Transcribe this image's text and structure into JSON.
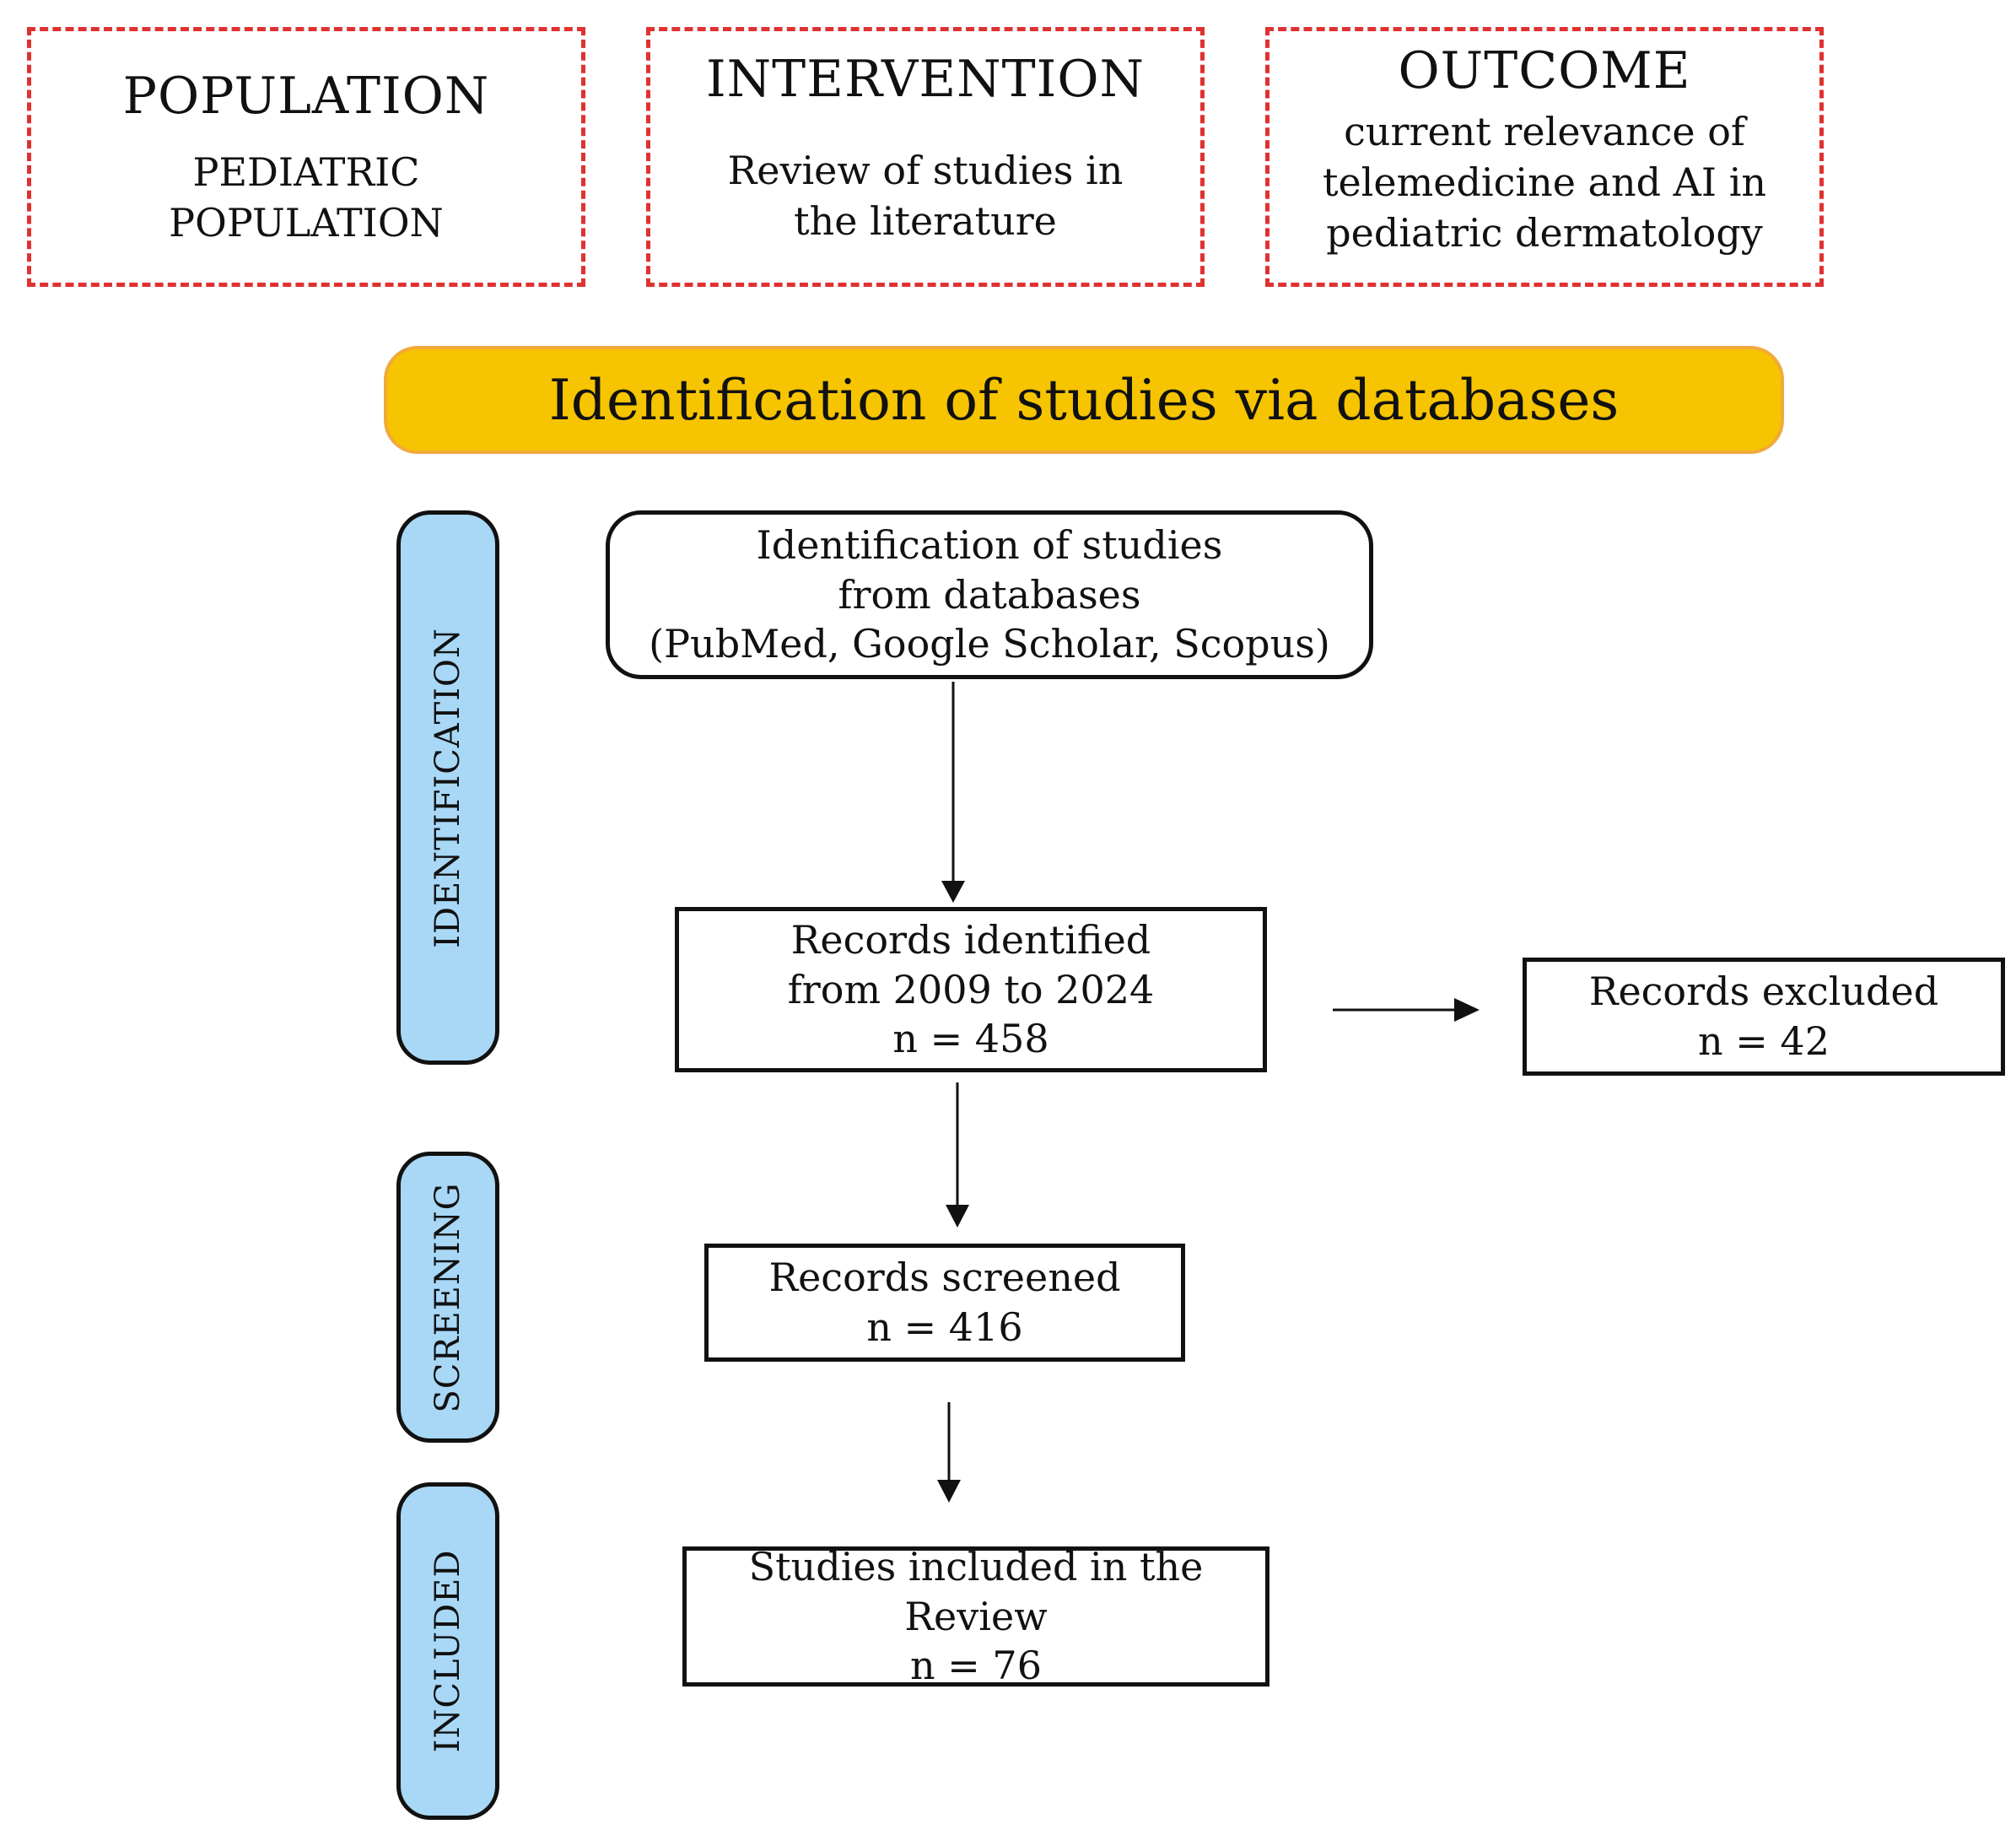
{
  "pico": {
    "population": {
      "title": "POPULATION",
      "lines": [
        "PEDIATRIC",
        "POPULATION"
      ]
    },
    "intervention": {
      "title": "INTERVENTION",
      "lines": [
        "Review of studies in",
        "the literature"
      ]
    },
    "outcome": {
      "title": "OUTCOME",
      "lines": [
        "current relevance of",
        "telemedicine and AI in",
        "pediatric dermatology"
      ]
    }
  },
  "banner": {
    "text": "Identification of studies via databases"
  },
  "phases": {
    "identification": "IDENTIFICATION",
    "screening": "SCREENING",
    "included": "INCLUDED"
  },
  "boxes": {
    "sources": {
      "lines": [
        "Identification of studies",
        "from databases",
        "(PubMed, Google Scholar, Scopus)"
      ]
    },
    "identified": {
      "lines": [
        "Records identified",
        "from 2009 to 2024"
      ],
      "count": "n = 458"
    },
    "excluded": {
      "lines": [
        "Records excluded"
      ],
      "count": "n = 42"
    },
    "screened": {
      "lines": [
        "Records screened"
      ],
      "count": "n = 416"
    },
    "included": {
      "lines": [
        "Studies included in the Review"
      ],
      "count": "n = 76"
    }
  },
  "colors": {
    "pico_border": "#e03131",
    "banner_fill": "#f6c400",
    "banner_border": "#f2a93b",
    "phase_fill": "#a8d8f6",
    "line": "#111111"
  }
}
